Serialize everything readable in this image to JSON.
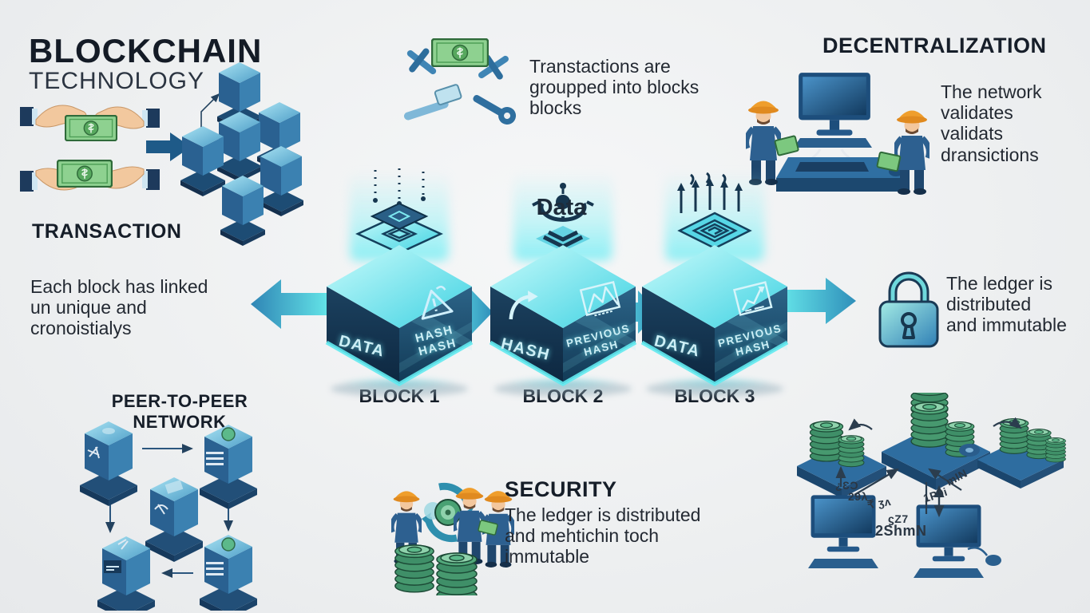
{
  "header": {
    "title": "BLOCKCHAIN",
    "subtitle": "TECHNOLOGY",
    "transaction_label": "TRANSACTION"
  },
  "grouping": {
    "caption": "Transtactions are\ngroupped into blocks\nblocks"
  },
  "decentralization": {
    "title": "DECENTRALIZATION",
    "caption": "The network\nvalidates\nvalidats\ndransictions"
  },
  "chain": {
    "data_label": "Data",
    "blocks": [
      {
        "name": "BLOCK 1",
        "left_face": "DATA",
        "right_face": "HASH\nHASH"
      },
      {
        "name": "BLOCK 2",
        "left_face": "HASH",
        "right_face": "PREVIOUS\nHASH"
      },
      {
        "name": "BLOCK 3",
        "left_face": "DATA",
        "right_face": "PREVIOUS\nHASH"
      }
    ],
    "linked_note": "Each block has linked\nun unique and\ncronoistialys",
    "ledger_note": "The ledger is\ndistributed\nand immutable"
  },
  "p2p": {
    "title": "PEER-TO-PEER NETWORK"
  },
  "security": {
    "title": "SECURITY",
    "caption": "The ledger is distributed\nand mehtichin toch\nimmutable"
  },
  "distribution": {
    "labels": [
      "¿ƐƆ",
      "29λ",
      "₹ ʒʌ",
      "mIN",
      "1P9i",
      "ϛΖ7",
      "2ShmN"
    ]
  },
  "colors": {
    "accent_cyan": "#52dfe8",
    "block_navy": "#16354e",
    "arrow_blue": "#1f5d8c",
    "coin_green": "#5cb98a",
    "helmet_orange": "#ef9e2c",
    "bill_green": "#8ed190"
  }
}
